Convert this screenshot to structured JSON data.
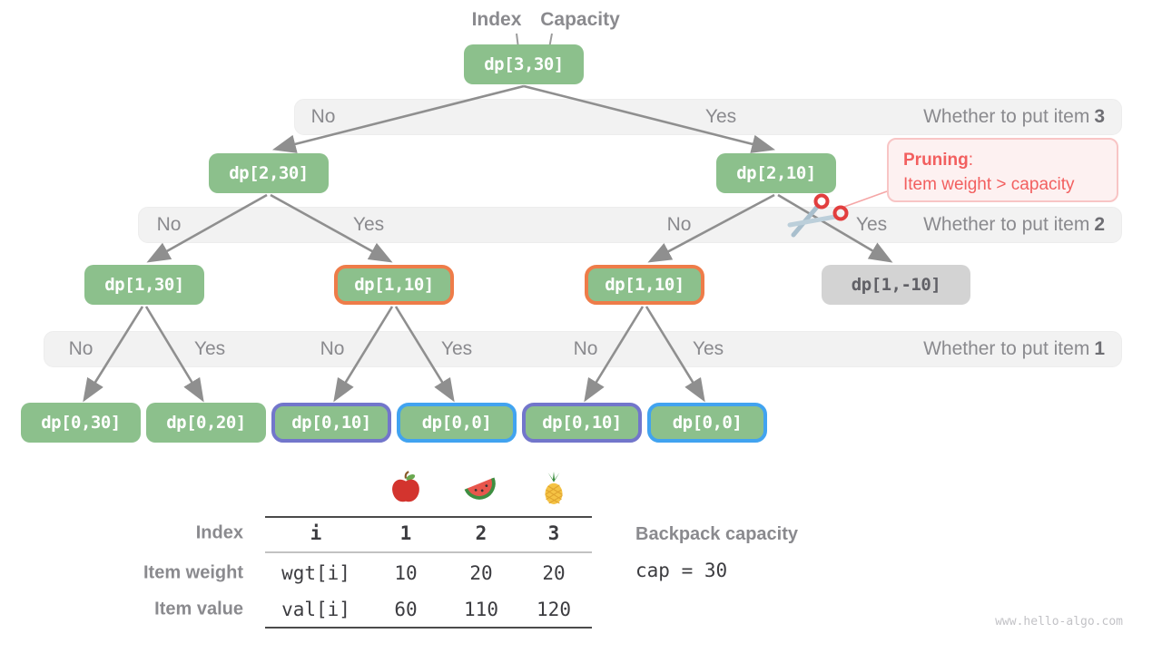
{
  "pointer_labels": {
    "index": "Index",
    "capacity": "Capacity"
  },
  "tree": {
    "nodes": [
      {
        "label": "dp[3,30]",
        "variant": "green"
      },
      {
        "label": "dp[2,30]",
        "variant": "green"
      },
      {
        "label": "dp[2,10]",
        "variant": "green"
      },
      {
        "label": "dp[1,30]",
        "variant": "green"
      },
      {
        "label": "dp[1,10]",
        "variant": "green-orange-border"
      },
      {
        "label": "dp[1,10]",
        "variant": "green-orange-border"
      },
      {
        "label": "dp[1,-10]",
        "variant": "gray-pruned"
      },
      {
        "label": "dp[0,30]",
        "variant": "green"
      },
      {
        "label": "dp[0,20]",
        "variant": "green"
      },
      {
        "label": "dp[0,10]",
        "variant": "green-purple-border"
      },
      {
        "label": "dp[0,0]",
        "variant": "green-blue-border"
      },
      {
        "label": "dp[0,10]",
        "variant": "green-purple-border"
      },
      {
        "label": "dp[0,0]",
        "variant": "green-blue-border"
      }
    ],
    "bands": [
      {
        "question": "Whether to put item",
        "item_number": "3",
        "choices": [
          "No",
          "Yes"
        ]
      },
      {
        "question": "Whether to put item",
        "item_number": "2",
        "choices": [
          "No",
          "Yes",
          "No",
          "Yes"
        ]
      },
      {
        "question": "Whether to put item",
        "item_number": "1",
        "choices": [
          "No",
          "Yes",
          "No",
          "Yes",
          "No",
          "Yes"
        ]
      }
    ],
    "pruning_note": {
      "title": "Pruning",
      "separator": ":",
      "detail": "Item weight > capacity"
    }
  },
  "items_table": {
    "fruit_icons": [
      "apple-icon",
      "watermelon-icon",
      "pineapple-icon"
    ],
    "row_headers": [
      "Index",
      "Item weight",
      "Item value"
    ],
    "rows": [
      {
        "cells": [
          "i",
          "1",
          "2",
          "3"
        ]
      },
      {
        "cells": [
          "wgt[i]",
          "10",
          "20",
          "20"
        ]
      },
      {
        "cells": [
          "val[i]",
          "60",
          "110",
          "120"
        ]
      }
    ]
  },
  "capacity_info": {
    "label": "Backpack capacity",
    "value": "cap = 30"
  },
  "watermark": "www.hello-algo.com",
  "colors": {
    "node_green": "#8CC08C",
    "node_gray": "#D3D3D3",
    "orange_border": "#EE7C49",
    "purple_border": "#7276CB",
    "blue_border": "#41A3F0",
    "band_bg": "#F2F2F2",
    "gray_text": "#8A8A8E",
    "arrow": "#8F8F8F",
    "pruning_red": "#F25F5F"
  }
}
